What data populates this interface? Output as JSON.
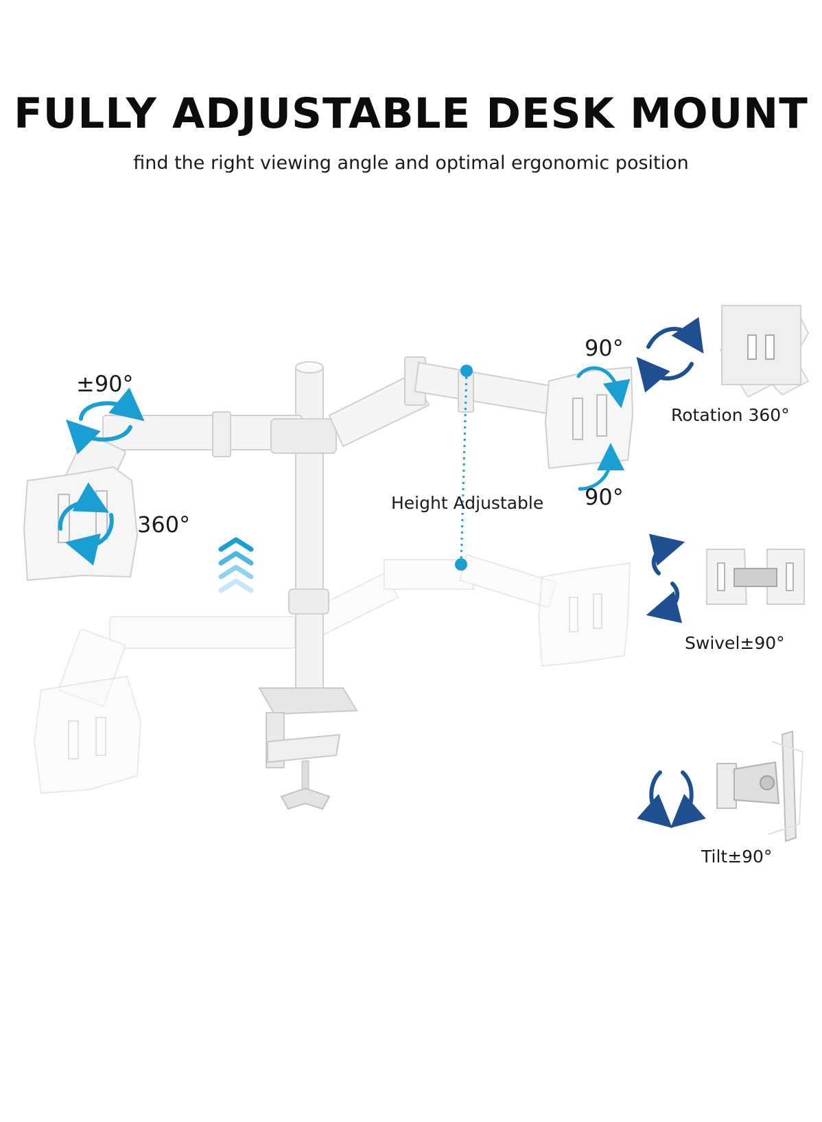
{
  "header": {
    "title": "FULLY ADJUSTABLE DESK MOUNT",
    "subtitle": "find the right viewing angle and optimal ergonomic position"
  },
  "labels": {
    "left_swivel": "±90°",
    "left_rotate": "360°",
    "height": "Height Adjustable",
    "tilt_top": "90°",
    "tilt_bottom": "90°",
    "rotation": "Rotation 360°",
    "swivel": "Swivel±90°",
    "tilt": "Tilt±90°"
  },
  "colors": {
    "arrow_blue": "#1a9fd4",
    "arrow_navy": "#1d4f91",
    "mount_white": "#f4f4f4",
    "mount_shadow": "#d9d9d9"
  }
}
